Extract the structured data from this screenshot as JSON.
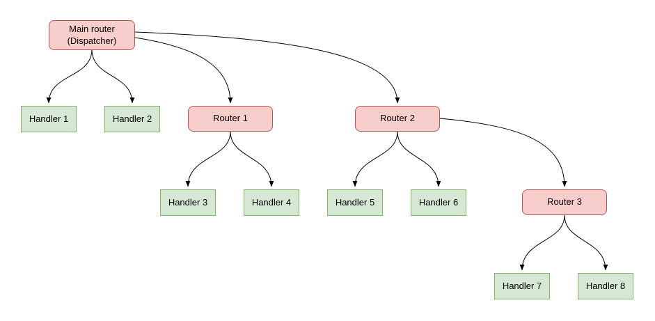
{
  "colors": {
    "router_fill": "#f8cecc",
    "router_border": "#b85450",
    "handler_fill": "#d5e8d4",
    "handler_border": "#82b366",
    "edge_color": "#000000",
    "bg_color": "#ffffff"
  },
  "diagram": {
    "nodes": {
      "main_router": {
        "label": "Main router\n(Dispatcher)",
        "type": "router"
      },
      "handler1": {
        "label": "Handler 1",
        "type": "handler"
      },
      "handler2": {
        "label": "Handler 2",
        "type": "handler"
      },
      "router1": {
        "label": "Router 1",
        "type": "router"
      },
      "router2": {
        "label": "Router 2",
        "type": "router"
      },
      "handler3": {
        "label": "Handler 3",
        "type": "handler"
      },
      "handler4": {
        "label": "Handler 4",
        "type": "handler"
      },
      "handler5": {
        "label": "Handler 5",
        "type": "handler"
      },
      "handler6": {
        "label": "Handler 6",
        "type": "handler"
      },
      "router3": {
        "label": "Router 3",
        "type": "router"
      },
      "handler7": {
        "label": "Handler 7",
        "type": "handler"
      },
      "handler8": {
        "label": "Handler 8",
        "type": "handler"
      }
    },
    "edges": [
      {
        "from": "main_router",
        "to": "handler1"
      },
      {
        "from": "main_router",
        "to": "handler2"
      },
      {
        "from": "main_router",
        "to": "router1"
      },
      {
        "from": "main_router",
        "to": "router2"
      },
      {
        "from": "router1",
        "to": "handler3"
      },
      {
        "from": "router1",
        "to": "handler4"
      },
      {
        "from": "router2",
        "to": "handler5"
      },
      {
        "from": "router2",
        "to": "handler6"
      },
      {
        "from": "router2",
        "to": "router3"
      },
      {
        "from": "router3",
        "to": "handler7"
      },
      {
        "from": "router3",
        "to": "handler8"
      }
    ]
  }
}
